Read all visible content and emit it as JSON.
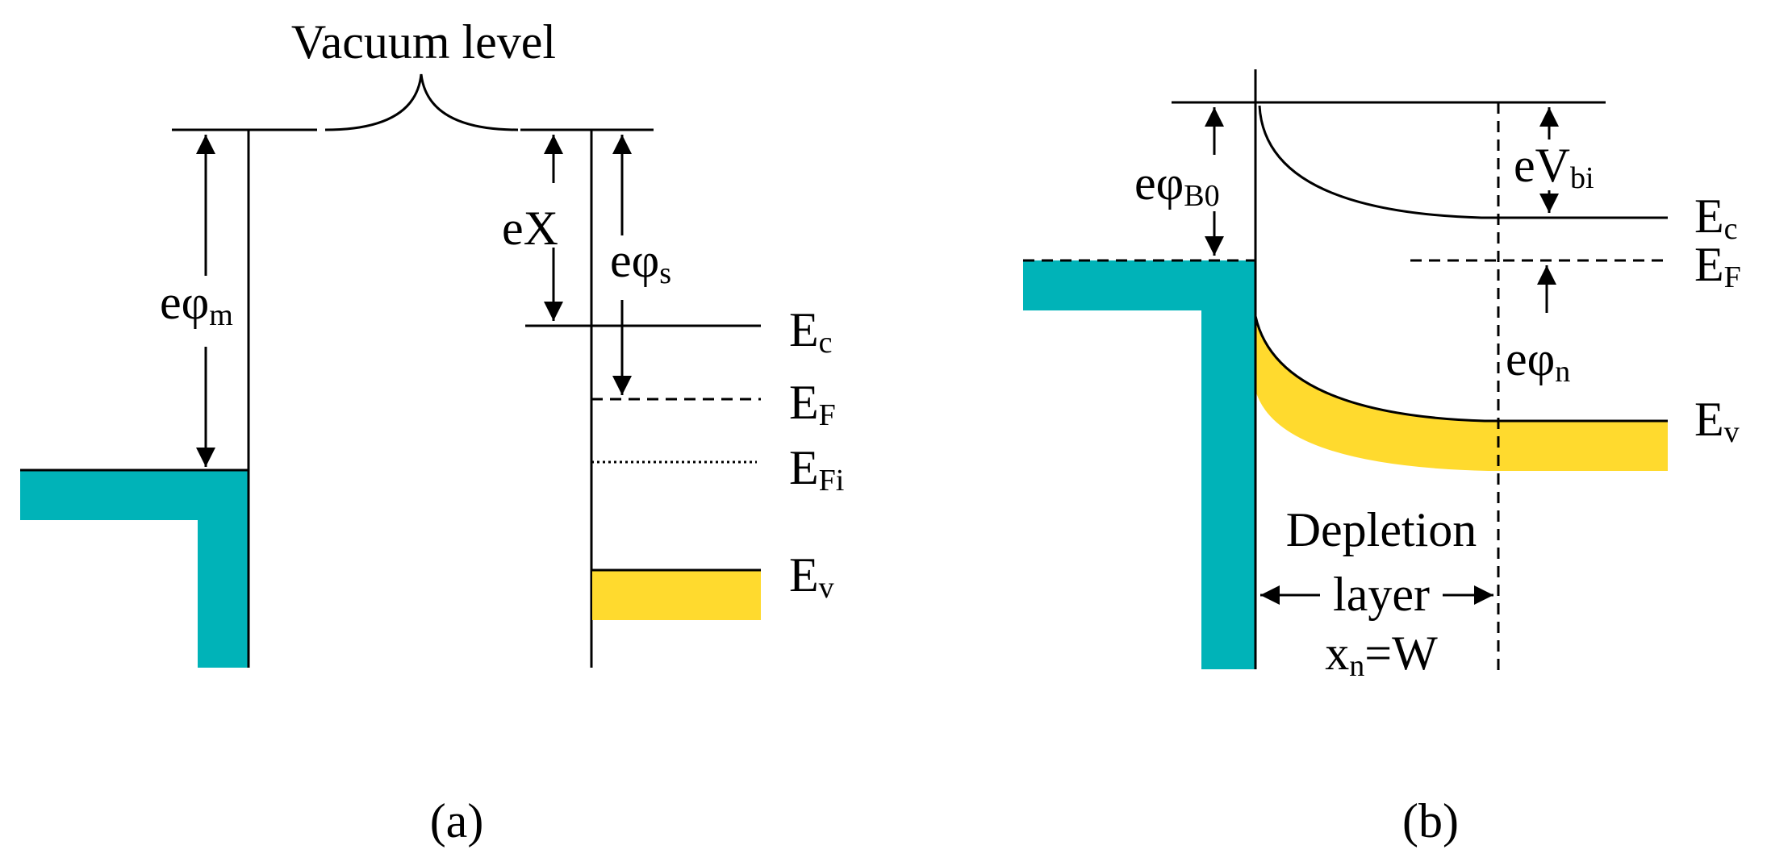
{
  "colors": {
    "metal": "#00B3B8",
    "semiconductor": "#FFDA2E",
    "line": "#000000",
    "background": "#FFFFFF"
  },
  "panel_a": {
    "vacuum_level": "Vacuum level",
    "e_phi_m": {
      "main": "eφ",
      "sub": "m"
    },
    "e_chi": {
      "main": "eX",
      "sub": ""
    },
    "e_phi_s": {
      "main": "eφ",
      "sub": "s"
    },
    "Ec": {
      "main": "E",
      "sub": "c"
    },
    "EF": {
      "main": "E",
      "sub": "F"
    },
    "EFi": {
      "main": "E",
      "sub": "Fi"
    },
    "Ev": {
      "main": "E",
      "sub": "v"
    },
    "caption": "(a)"
  },
  "panel_b": {
    "e_phi_B0": {
      "main": "eφ",
      "sub": "B0"
    },
    "e_V_bi": {
      "main": "eV",
      "sub": "bi"
    },
    "Ec": {
      "main": "E",
      "sub": "c"
    },
    "EF": {
      "main": "E",
      "sub": "F"
    },
    "e_phi_n": {
      "main": "eφ",
      "sub": "n"
    },
    "Ev": {
      "main": "E",
      "sub": "v"
    },
    "depletion_line1": "Depletion",
    "depletion_line2": "layer",
    "width": {
      "main": "x",
      "sub": "n",
      "tail": "=W"
    },
    "caption": "(b)"
  }
}
